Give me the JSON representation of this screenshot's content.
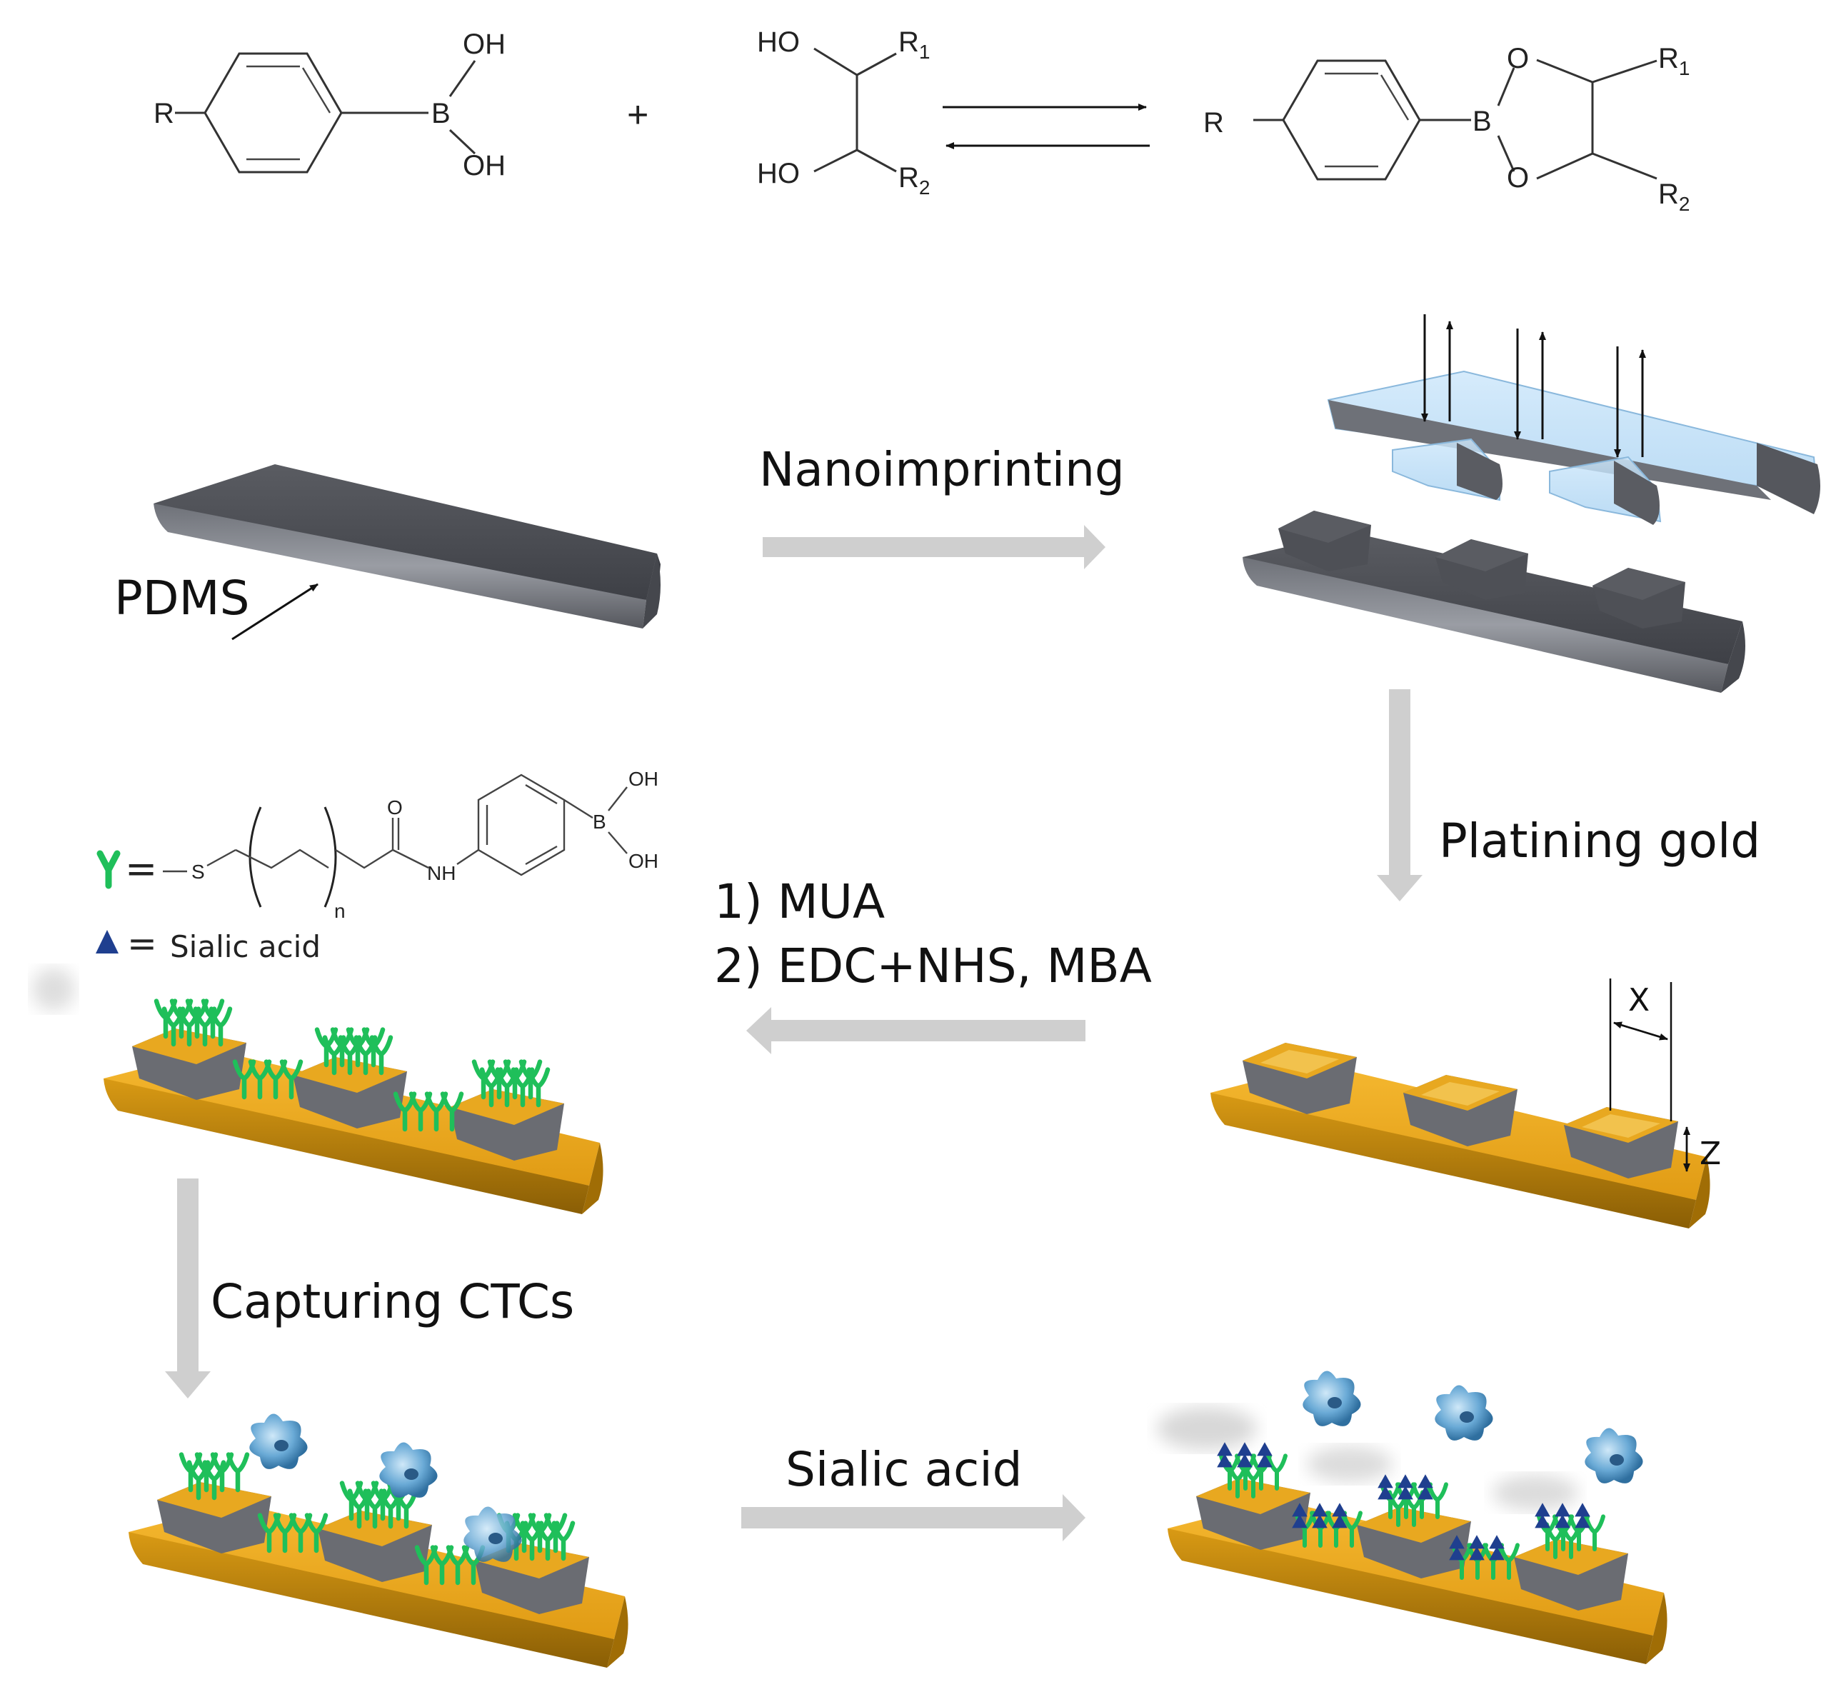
{
  "reaction": {
    "reactant1": {
      "r": "R",
      "b": "B",
      "oh_top": "OH",
      "oh_bottom": "OH"
    },
    "plus": "+",
    "reactant2": {
      "ho_top": "HO",
      "ho_bottom": "HO",
      "r1": "R",
      "r1_sub": "1",
      "r2": "R",
      "r2_sub": "2"
    },
    "product": {
      "r": "R",
      "b": "B",
      "o_top": "O",
      "o_bottom": "O",
      "r1": "R",
      "r1_sub": "1",
      "r2": "R",
      "r2_sub": "2"
    }
  },
  "steps": {
    "pdms_label": "PDMS",
    "nanoimprinting": "Nanoimprinting",
    "plating": "Platining gold",
    "functionalize_1": "1)   MUA",
    "functionalize_2": "2)   EDC+NHS, MBA",
    "capturing": "Capturing CTCs",
    "release": "Sialic acid"
  },
  "dimensions": {
    "x": "X",
    "z": "Z"
  },
  "legend": {
    "linker_equals": "=",
    "linker_s": "S",
    "linker_n": "n",
    "linker_o": "O",
    "linker_nh": "NH",
    "linker_oh_top": "OH",
    "linker_oh_bottom": "OH",
    "linker_b": "B",
    "sialic_equals": "=",
    "sialic_label": "Sialic acid"
  },
  "colors": {
    "gold": "#e8a820",
    "gold_dark": "#b8800a",
    "pdms_dark": "#4a4c52",
    "pdms_light": "#8c8f96",
    "arrow_gray": "#cfcfcf",
    "ligand_green": "#1fbf5a",
    "sialic_blue": "#1f3f8f",
    "cell_blue": "#5fa6d6"
  }
}
